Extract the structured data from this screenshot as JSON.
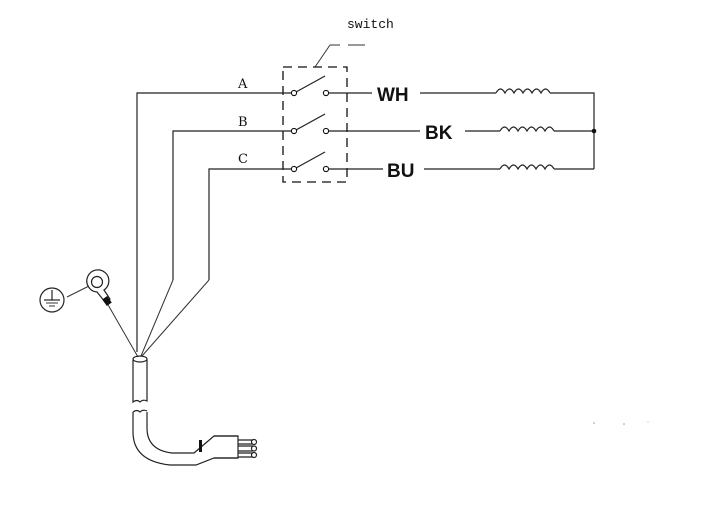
{
  "diagram": {
    "switch_label": "switch",
    "inputs": [
      {
        "label": "A"
      },
      {
        "label": "B"
      },
      {
        "label": "C"
      }
    ],
    "outputs": [
      {
        "label": "WH"
      },
      {
        "label": "BK"
      },
      {
        "label": "BU"
      }
    ],
    "components": {
      "switch": "3-pole switch",
      "loads": "3 inductor coils, star-connected",
      "ground": "protective earth symbol with ring terminal",
      "plug": "3-pin plug with power cord"
    }
  }
}
